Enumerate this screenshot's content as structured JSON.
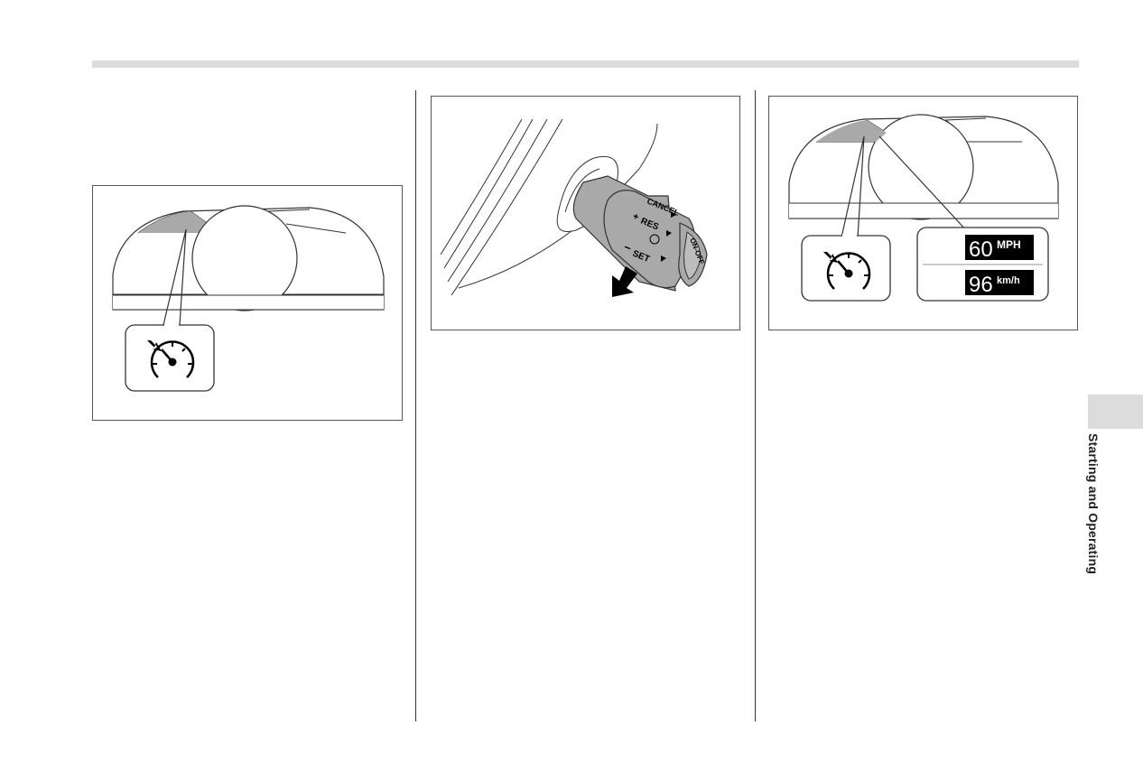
{
  "side_tab": {
    "label": "Starting and Operating"
  },
  "figure_2": {
    "lever": {
      "cancel_label": "CANCEL",
      "res_label": "RES",
      "set_label": "SET",
      "onoff_label": "ON-OFF",
      "plus_sign": "+",
      "minus_sign": "−"
    }
  },
  "figure_3": {
    "speed_display": {
      "mph_value": "60",
      "mph_unit": "MPH",
      "kmh_value": "96",
      "kmh_unit": "km/h"
    }
  },
  "icons": [
    "cruise-control-indicator-icon",
    "down-arrow-icon"
  ],
  "colors": {
    "highlight": "#a9a9a9",
    "section_tab": "#dcdcdc",
    "display_bg": "#000000",
    "display_text": "#ffffff"
  }
}
